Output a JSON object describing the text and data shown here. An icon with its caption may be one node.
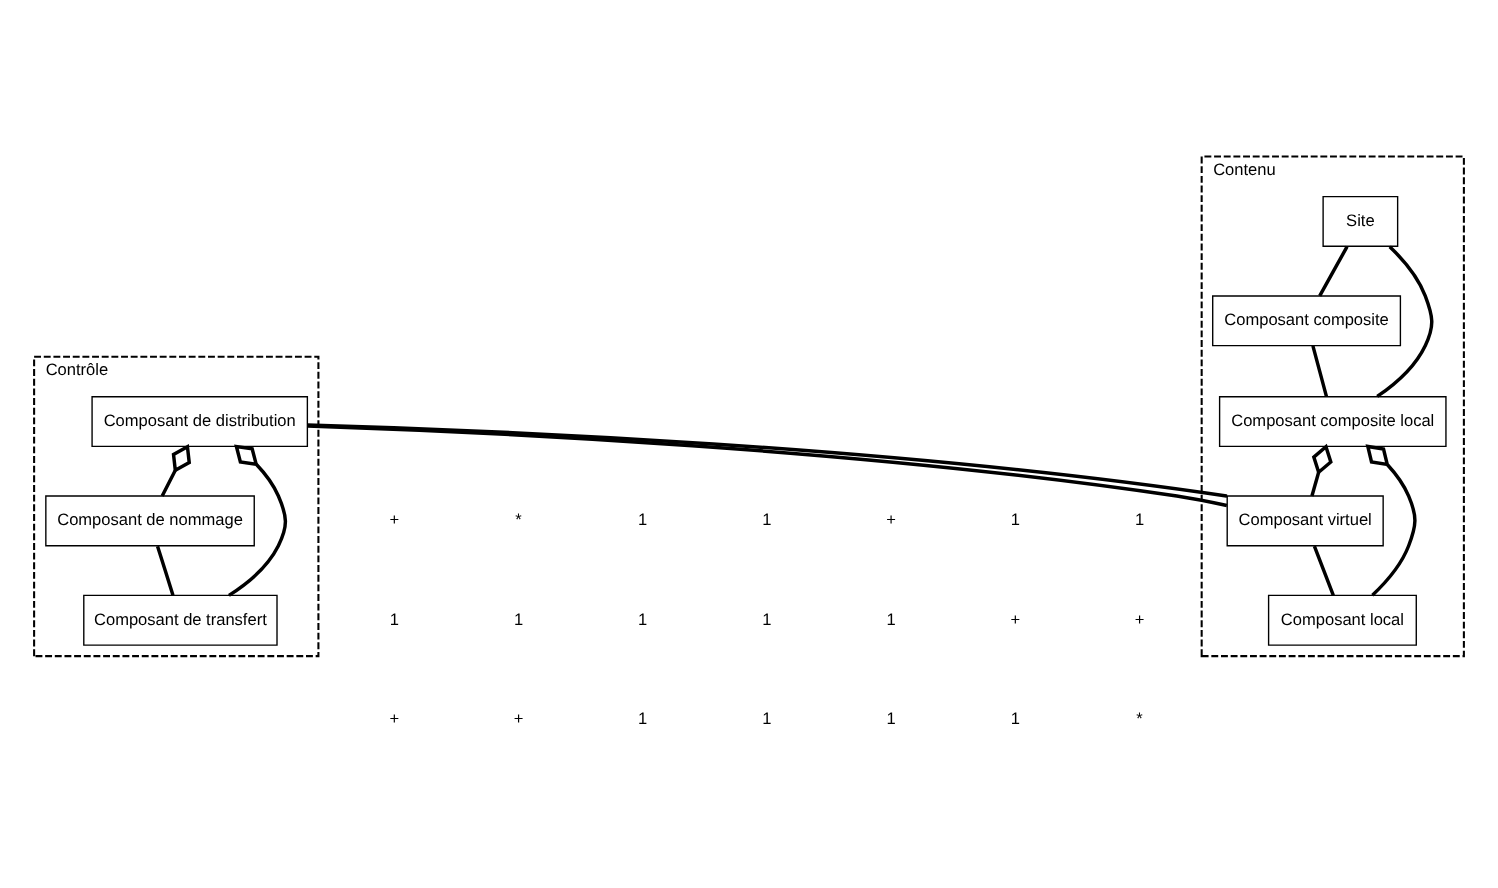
{
  "diagram": {
    "nodes": [
      {
        "text": [
          "Contenu"
        ]
      },
      {
        "text": [
          "Composant composite"
        ],
        "in": 0
      },
      {
        "text": [
          "Site"
        ],
        "in": 0
      },
      {
        "text": [
          "Composant composite local"
        ],
        "in": 0
      },
      {
        "text": [
          "Contrôle"
        ]
      },
      {
        "text": [
          "Composant de nommage"
        ],
        "in": 4
      },
      {
        "text": [
          "Composant de transfert"
        ],
        "in": 4
      },
      {
        "text": [
          "Composant de distribution"
        ],
        "in": 4
      },
      {
        "text": [
          "Composant virtuel"
        ],
        "in": 0
      },
      {
        "text": [
          "Composant local"
        ],
        "in": 0
      }
    ],
    "edges": [
      {
        "from": 2,
        "to": 1,
        "arrow": "none"
      },
      {
        "from": 1,
        "to": 3,
        "arrow": "none"
      },
      {
        "from": 2,
        "to": 3,
        "arrow": "none"
      },
      {
        "from": 3,
        "to": 8,
        "arrow": "other"
      },
      {
        "from": 3,
        "to": 9,
        "arrow": "other"
      },
      {
        "from": 8,
        "to": 9,
        "arrow": "none"
      },
      {
        "from": 5,
        "to": 6,
        "arrow": "none"
      },
      {
        "from": 7,
        "to": 5,
        "arrow": "other"
      },
      {
        "from": 7,
        "to": 6,
        "arrow": "other"
      },
      {
        "from": 7,
        "to": 8,
        "arrow": "none"
      },
      {
        "from": 7,
        "to": 8,
        "arrow": "none"
      }
    ],
    "labels": [
      "+",
      "*",
      "1",
      "1",
      "+",
      "1",
      "1",
      "1",
      "1",
      "1",
      "1",
      "1",
      "+",
      "+",
      "+",
      "+",
      "1",
      "1",
      "1",
      "1",
      "*"
    ]
  }
}
